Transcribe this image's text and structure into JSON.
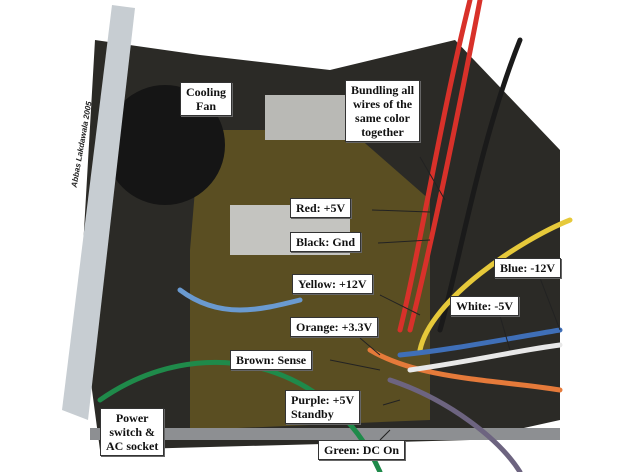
{
  "watermark": "Abbas Lakdawala 2005",
  "labels": {
    "cooling_fan": [
      "Cooling",
      "Fan"
    ],
    "bundling": [
      "Bundling all",
      "wires of the",
      "same color",
      "together"
    ],
    "red": "Red: +5V",
    "black": "Black: Gnd",
    "yellow": "Yellow: +12V",
    "blue": "Blue: -12V",
    "white": "White: -5V",
    "orange": "Orange: +3.3V",
    "brown": "Brown: Sense",
    "purple": [
      "Purple: +5V",
      "Standby"
    ],
    "green": "Green: DC On",
    "power": [
      "Power",
      "switch &",
      "AC socket"
    ]
  },
  "colors": {
    "red": "#d8312a",
    "black": "#1a1a1a",
    "yellow": "#e6c93a",
    "blue": "#3f6fb8",
    "white": "#e8e8e8",
    "orange": "#e57a3a",
    "brown": "#8a4a2a",
    "purple": "#6d6480",
    "green": "#1f8a4a"
  }
}
